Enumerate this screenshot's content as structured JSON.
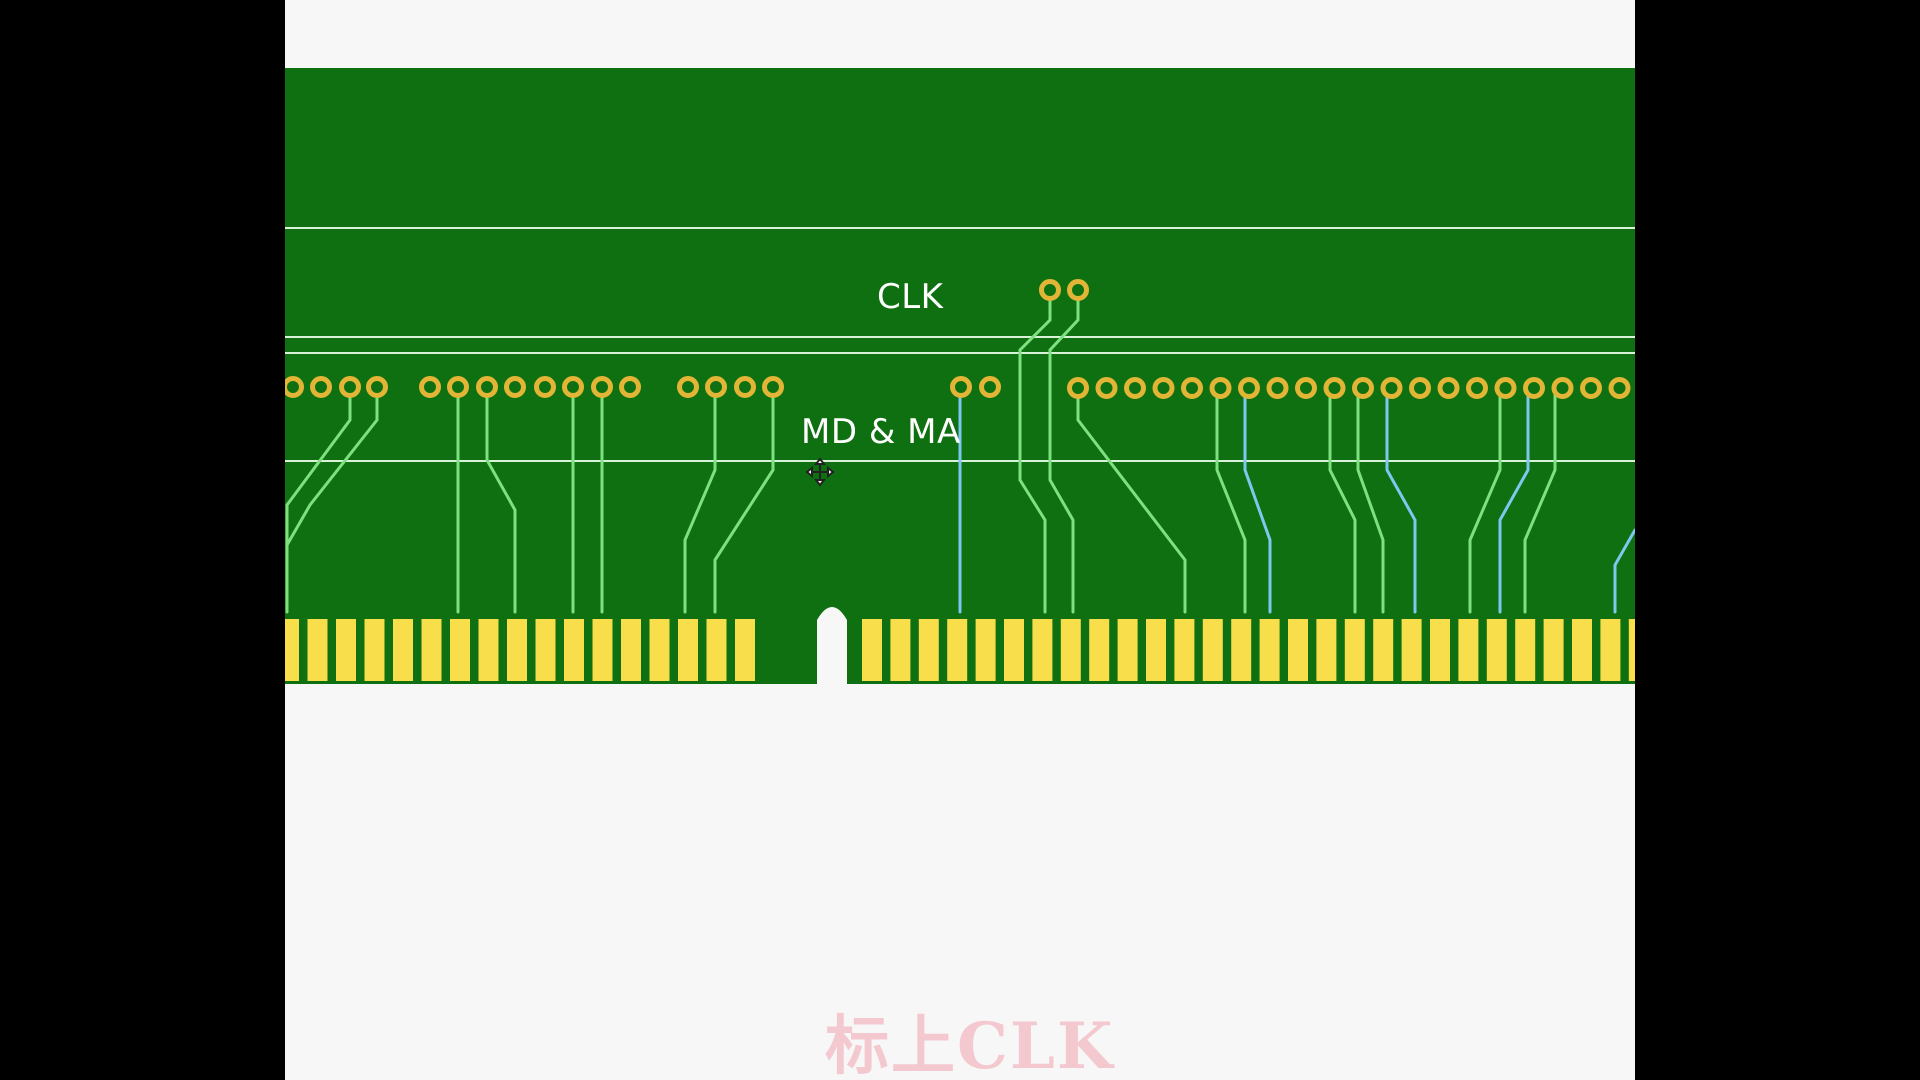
{
  "labels": {
    "clk": "CLK",
    "md_ma": "MD & MA"
  },
  "caption": "标上CLK",
  "icons": {
    "cursor": "move-cursor-icon"
  },
  "colors": {
    "background": "#000000",
    "canvas": "#f7f7f7",
    "board": "#0e7010",
    "trace_green": "#7fe07f",
    "trace_blue": "#7fc7ee",
    "via_ring": "#e3b536",
    "gold_finger": "#f7de4a",
    "caption": "#f4c8cf"
  }
}
